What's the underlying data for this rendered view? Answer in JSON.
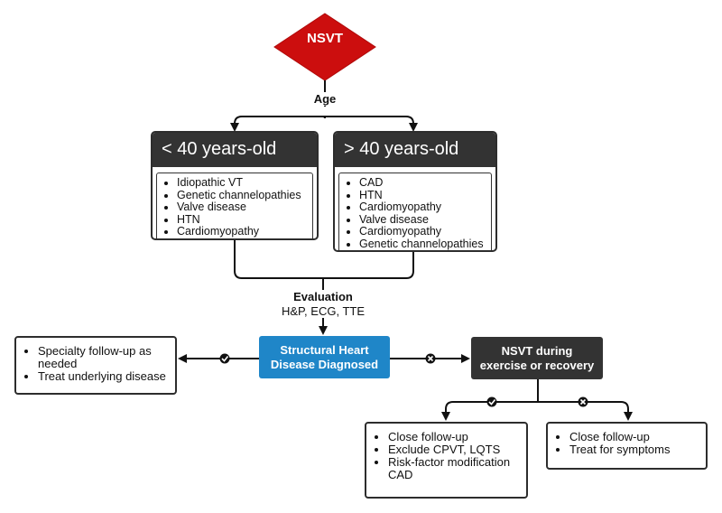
{
  "start": {
    "label": "NSVT"
  },
  "age_label": "Age",
  "young": {
    "title": "< 40 years-old",
    "items": [
      "Idiopathic VT",
      "Genetic channelopathies",
      "Valve disease",
      "HTN",
      "Cardiomyopathy"
    ]
  },
  "old": {
    "title": "> 40 years-old",
    "items": [
      "CAD",
      "HTN",
      "Cardiomyopathy",
      "Valve disease",
      "Cardiomyopathy",
      "Genetic channelopathies"
    ]
  },
  "evaluation": {
    "title": "Evaluation",
    "detail": "H&P, ECG, TTE"
  },
  "shd": {
    "label": "Structural Heart Disease Diagnosed"
  },
  "shd_yes": {
    "items": [
      "Specialty follow-up as needed",
      "Treat underlying disease"
    ]
  },
  "exercise": {
    "label": "NSVT during exercise or recovery"
  },
  "exercise_yes": {
    "items": [
      "Close follow-up",
      "Exclude CPVT, LQTS",
      "Risk-factor modification CAD"
    ]
  },
  "exercise_no": {
    "items": [
      "Close follow-up",
      "Treat for symptoms"
    ]
  },
  "colors": {
    "start": "#cc0e0e",
    "decision_blue": "#1f86c8",
    "dark": "#333333",
    "line": "#111111"
  }
}
